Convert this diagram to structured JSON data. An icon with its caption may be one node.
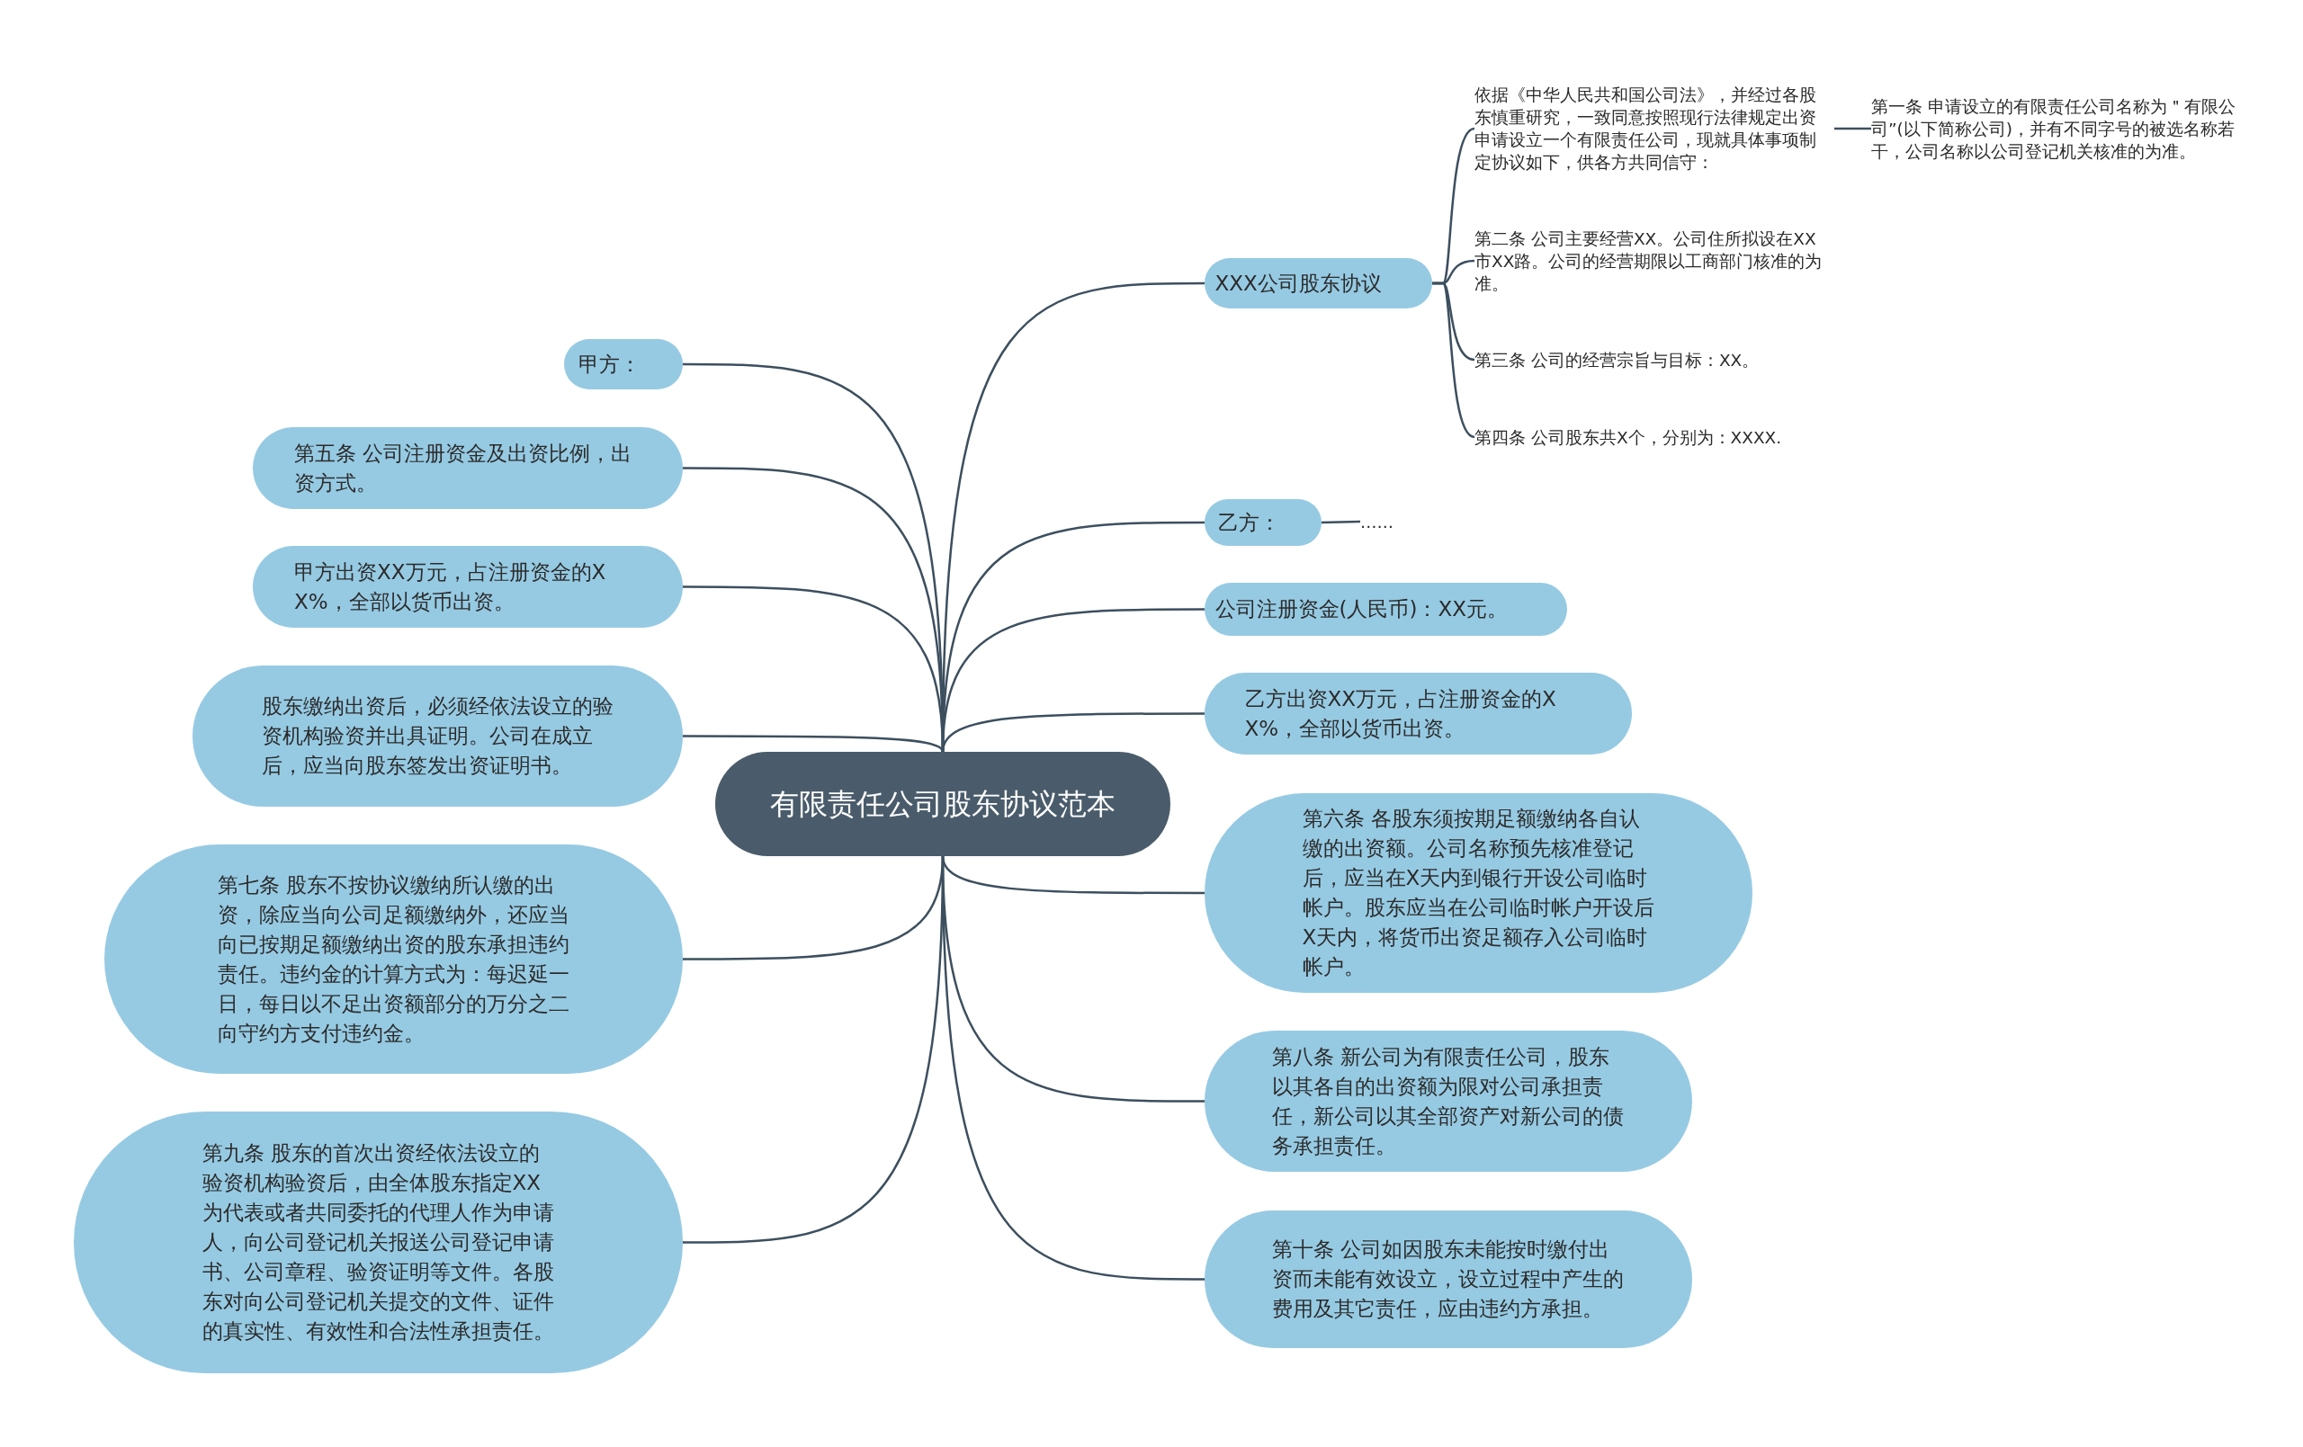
{
  "diagram": {
    "nodes": [
      {
        "text": [
          "有限责任公司股东协议范本"
        ]
      },
      {
        "text": [
          "XXX公司股东协议"
        ]
      },
      {
        "text": [
          "依据《中华人民共和国公司法》，并经过各股东慎重研究，一致同意按照现行法律规定出资申请设立一个有限责任公司，现就具体事项制定协议如下，供各方共同信守："
        ]
      },
      {
        "text": [
          "第一条 申请设立的有限责任公司名称为＂有限公司”(以下简称公司)，并有不同字号的被选名称若干，公司名称以公司登记机关核准的为准。"
        ]
      },
      {
        "text": [
          "第二条 公司主要经营XX。公司住所拟设在XX市XX路。公司的经营期限以工商部门核准的为准。"
        ]
      },
      {
        "text": [
          "第三条 公司的经营宗旨与目标：XX。"
        ]
      },
      {
        "text": [
          "第四条 公司股东共X个，分别为：XXXX."
        ]
      },
      {
        "text": [
          "乙方："
        ]
      },
      {
        "text": [
          "……"
        ]
      },
      {
        "text": [
          "公司注册资金(人民币)：XX元。"
        ]
      },
      {
        "text": [
          "乙方出资XX万元，占注册资金的XX%，全部以货币出资。"
        ]
      },
      {
        "text": [
          "第六条 各股东须按期足额缴纳各自认缴的出资额。公司名称预先核准登记后，应当在X天内到银行开设公司临时帐户。股东应当在公司临时帐户开设后X天内，将货币出资足额存入公司临时帐户。"
        ]
      },
      {
        "text": [
          "第八条 新公司为有限责任公司，股东以其各自的出资额为限对公司承担责任，新公司以其全部资产对新公司的债务承担责任。"
        ]
      },
      {
        "text": [
          "第十条 公司如因股东未能按时缴付出资而未能有效设立，设立过程中产生的费用及其它责任，应由违约方承担。"
        ]
      },
      {
        "text": [
          "甲方："
        ]
      },
      {
        "text": [
          "第五条 公司注册资金及出资比例，出资方式。"
        ]
      },
      {
        "text": [
          "甲方出资XX万元，占注册资金的XX%，全部以货币出资。"
        ]
      },
      {
        "text": [
          "股东缴纳出资后，必须经依法设立的验资机构验资并出具证明。公司在成立后，应当向股东签发出资证明书。"
        ]
      },
      {
        "text": [
          "第七条 股东不按协议缴纳所认缴的出资，除应当向公司足额缴纳外，还应当向已按期足额缴纳出资的股东承担违约责任。违约金的计算方式为：每迟延一日，每日以不足出资额部分的万分之二向守约方支付违约金。"
        ]
      },
      {
        "text": [
          "第九条 股东的首次出资经依法设立的验资机构验资后，由全体股东指定XX为代表或者共同委托的代理人作为申请人，向公司登记机关报送公司登记申请书、公司章程、验资证明等文件。各股东对向公司登记机关提交的文件、证件的真实性、有效性和合法性承担责任。"
        ]
      }
    ],
    "edges": [
      {
        "from": 0,
        "to": 1,
        "arrow": "none"
      },
      {
        "from": 1,
        "to": 2,
        "arrow": "none"
      },
      {
        "from": 2,
        "to": 3,
        "arrow": "none"
      },
      {
        "from": 1,
        "to": 4,
        "arrow": "none"
      },
      {
        "from": 1,
        "to": 5,
        "arrow": "none"
      },
      {
        "from": 1,
        "to": 6,
        "arrow": "none"
      },
      {
        "from": 0,
        "to": 7,
        "arrow": "none"
      },
      {
        "from": 7,
        "to": 8,
        "arrow": "none"
      },
      {
        "from": 0,
        "to": 9,
        "arrow": "none"
      },
      {
        "from": 0,
        "to": 10,
        "arrow": "none"
      },
      {
        "from": 0,
        "to": 11,
        "arrow": "none"
      },
      {
        "from": 0,
        "to": 12,
        "arrow": "none"
      },
      {
        "from": 0,
        "to": 13,
        "arrow": "none"
      },
      {
        "from": 0,
        "to": 14,
        "arrow": "none"
      },
      {
        "from": 0,
        "to": 15,
        "arrow": "none"
      },
      {
        "from": 0,
        "to": 16,
        "arrow": "none"
      },
      {
        "from": 0,
        "to": 17,
        "arrow": "none"
      },
      {
        "from": 0,
        "to": 18,
        "arrow": "none"
      },
      {
        "from": 0,
        "to": 19,
        "arrow": "none"
      }
    ]
  }
}
